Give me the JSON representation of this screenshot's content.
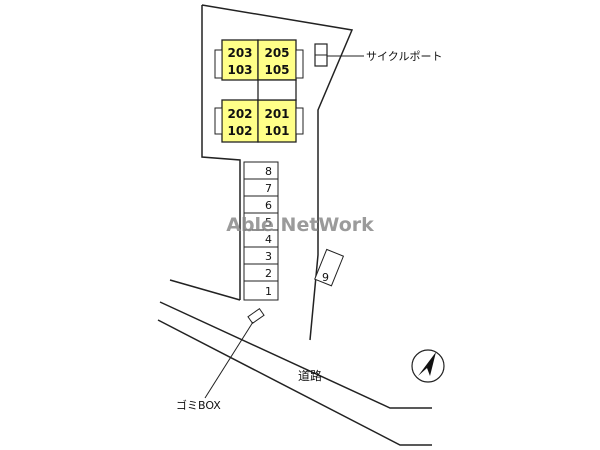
{
  "watermark": "Able NetWork",
  "building": {
    "units": [
      {
        "upper": "203",
        "lower": "103"
      },
      {
        "upper": "205",
        "lower": "105"
      },
      {
        "upper": "202",
        "lower": "102"
      },
      {
        "upper": "201",
        "lower": "101"
      }
    ],
    "fill_color": "#ffff88"
  },
  "parking": {
    "slots": [
      "8",
      "7",
      "6",
      "5",
      "4",
      "3",
      "2",
      "1"
    ],
    "extra_slot": "9"
  },
  "labels": {
    "cycle_port": "サイクルポート",
    "garbage_box": "ゴミBOX",
    "road": "道路"
  },
  "compass": {
    "icon": "north-arrow-icon"
  }
}
